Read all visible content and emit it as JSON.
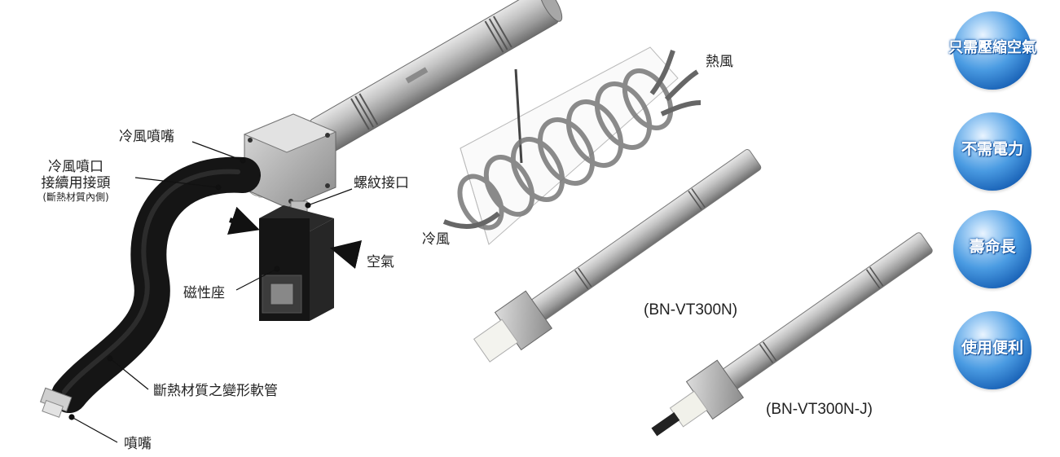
{
  "labels": {
    "cold_nozzle": "冷風噴嘴",
    "cold_outlet_line1": "冷風噴口",
    "cold_outlet_line2": "接續用接頭",
    "cold_outlet_line3": "(斷熱材質內側)",
    "thread_port": "螺紋接口",
    "air": "空氣",
    "magnetic_base": "磁性座",
    "hose": "斷熱材質之變形軟管",
    "nozzle": "噴嘴",
    "hot_air": "熱風",
    "cold_air": "冷風"
  },
  "models": {
    "model1": "(BN-VT300N)",
    "model2": "(BN-VT300N-J)"
  },
  "badges": [
    "只需壓縮空氣",
    "不需電力",
    "壽命長",
    "使用便利"
  ],
  "colors": {
    "badge_blue": "#1a63b7",
    "hose_black": "#1b1b1b",
    "tube_silver": "#b9b9b9"
  }
}
